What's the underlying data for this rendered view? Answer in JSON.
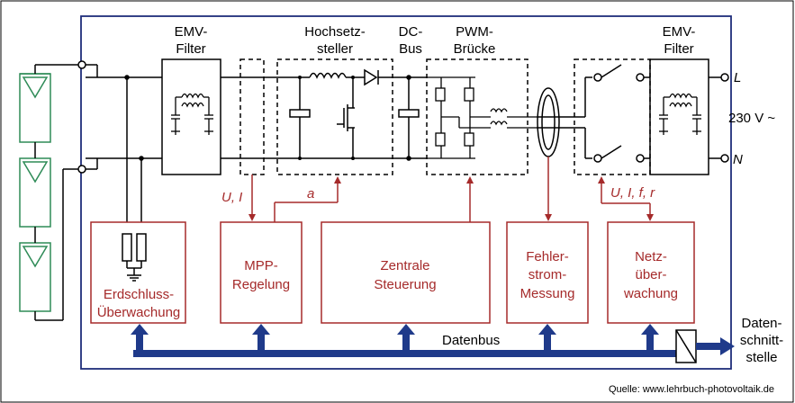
{
  "labels": {
    "emv_left": [
      "EMV-",
      "Filter"
    ],
    "booster": [
      "Hochsetz-",
      "steller"
    ],
    "dc_bus": [
      "DC-",
      "Bus"
    ],
    "pwm": [
      "PWM-",
      "Brücke"
    ],
    "emv_right": [
      "EMV-",
      "Filter"
    ],
    "phase_L": "L",
    "phase_N": "N",
    "voltage": "230 V ~",
    "meas_ui": "U, I",
    "meas_a": "a",
    "meas_uifr": "U, I, f, r",
    "datenbus": "Datenbus",
    "data_interface": [
      "Daten-",
      "schnitt-",
      "stelle"
    ],
    "source": "Quelle: www.lehrbuch-photovoltaik.de"
  },
  "modules": [
    {
      "id": "erdschluss",
      "lines": [
        "Erdschluss-",
        "Überwachung"
      ]
    },
    {
      "id": "mpp",
      "lines": [
        "MPP-",
        "Regelung"
      ]
    },
    {
      "id": "zentrale",
      "lines": [
        "Zentrale",
        "Steuerung"
      ]
    },
    {
      "id": "fehlerstrom",
      "lines": [
        "Fehler-",
        "strom-",
        "Messung"
      ]
    },
    {
      "id": "netz",
      "lines": [
        "Netz-",
        "über-",
        "wachung"
      ]
    }
  ],
  "colors": {
    "frame": "#1f2d7a",
    "module": "#a52a2a",
    "bus": "#1f3a8a",
    "pv": "#2e8b57",
    "line": "#000000"
  }
}
